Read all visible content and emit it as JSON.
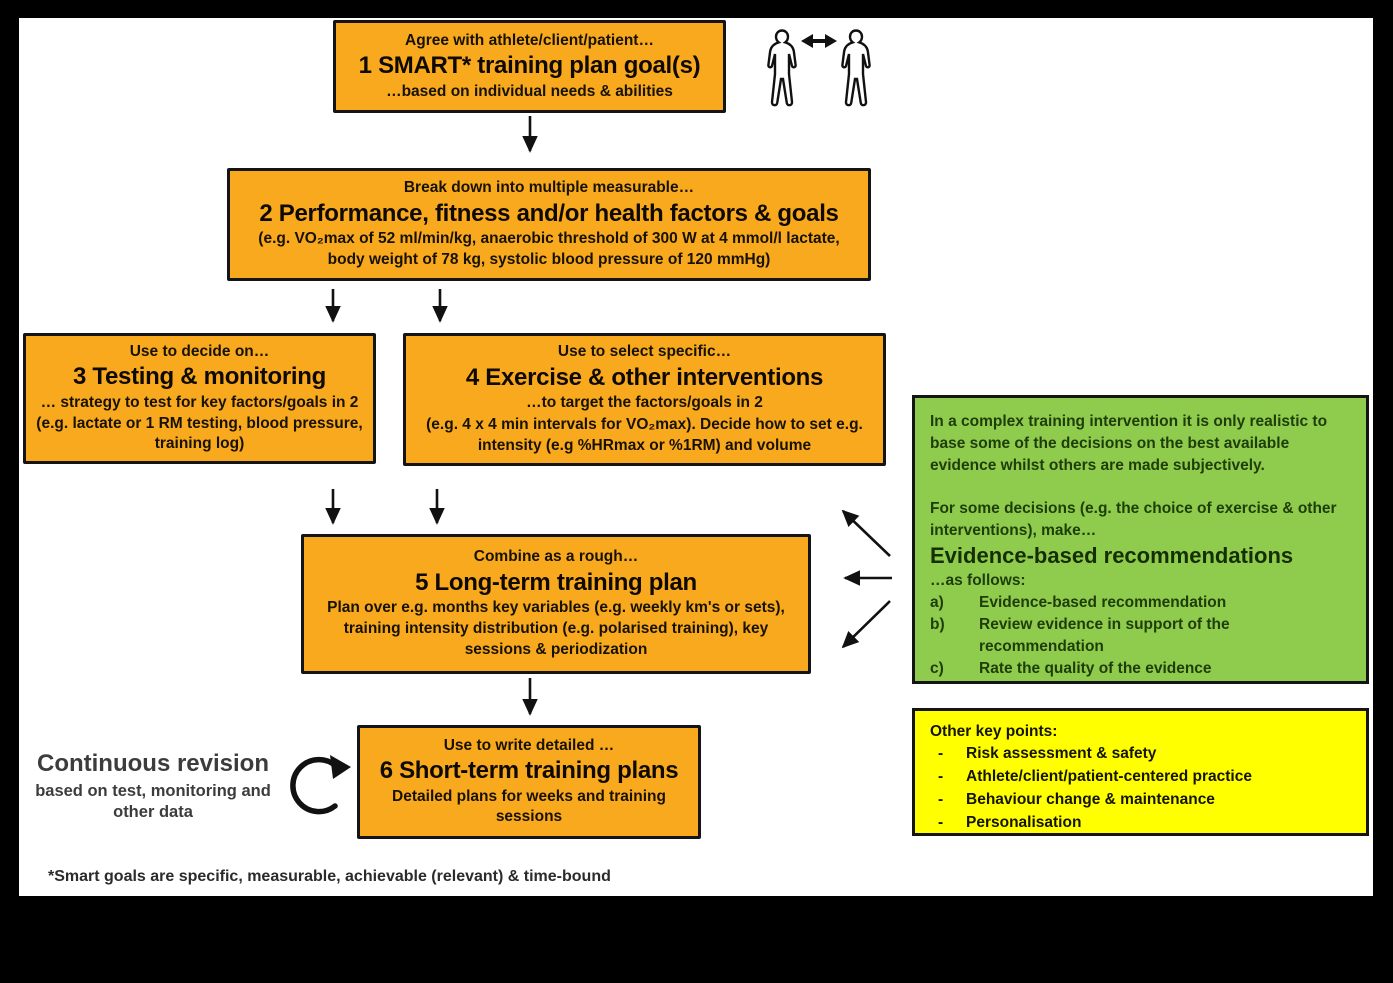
{
  "flowchart": {
    "box1": {
      "intro": "Agree with athlete/client/patient…",
      "title": "1 SMART* training plan goal(s)",
      "detail": "…based on individual needs & abilities"
    },
    "box2": {
      "intro": "Break down into multiple measurable…",
      "title": "2 Performance, fitness and/or health factors & goals",
      "detail": "(e.g. VO₂max of 52 ml/min/kg, anaerobic threshold of 300 W at 4 mmol/l lactate, body weight of 78 kg, systolic blood pressure of 120 mmHg)"
    },
    "box3": {
      "intro": "Use to decide on…",
      "title": "3 Testing & monitoring",
      "detail": "… strategy to test for key factors/goals in 2 (e.g. lactate or 1 RM testing, blood pressure, training log)"
    },
    "box4": {
      "intro": "Use to select specific…",
      "title": "4 Exercise & other interventions",
      "detail": "…to target the factors/goals in 2",
      "detail2": "(e.g. 4 x 4 min intervals for VO₂max). Decide how to set e.g. intensity (e.g %HRmax or %1RM) and volume"
    },
    "box5": {
      "intro": "Combine as a rough…",
      "title": "5 Long-term training plan",
      "detail": "Plan over e.g. months key variables (e.g. weekly km's or sets), training intensity distribution (e.g. polarised training), key sessions & periodization"
    },
    "box6": {
      "intro": "Use to write detailed …",
      "title": "6 Short-term training plans",
      "detail": "Detailed plans for weeks and training sessions"
    }
  },
  "green_panel": {
    "para1": "In a complex training intervention it is only realistic to base some of the decisions on the best available evidence whilst others are made subjectively.",
    "para2": "For some decisions (e.g. the choice of exercise & other interventions), make…",
    "heading": "Evidence-based recommendations",
    "subheading": "…as follows:",
    "items": [
      {
        "label": "a)",
        "text": "Evidence-based recommendation"
      },
      {
        "label": "b)",
        "text": "Review evidence in support of the recommendation"
      },
      {
        "label": "c)",
        "text": "Rate the quality of the evidence"
      }
    ]
  },
  "yellow_panel": {
    "heading": "Other key points:",
    "items": [
      "Risk assessment & safety",
      "Athlete/client/patient-centered practice",
      "Behaviour change & maintenance",
      "Personalisation"
    ]
  },
  "revision_note": {
    "title": "Continuous revision",
    "detail": "based on test, monitoring and other data"
  },
  "footnote": "*Smart goals are specific, measurable, achievable (relevant) & time-bound",
  "icons": {
    "persons": "two-people-exchange-icon",
    "exchange_arrow": "double-headed-arrow-icon",
    "revision": "circular-arrow-icon",
    "connectors": "flow-arrow"
  },
  "colors": {
    "box_orange": "#F9A91E",
    "panel_green": "#8FCB4D",
    "panel_yellow": "#FFFF00",
    "frame_black": "#000000",
    "background_white": "#FFFFFF"
  }
}
